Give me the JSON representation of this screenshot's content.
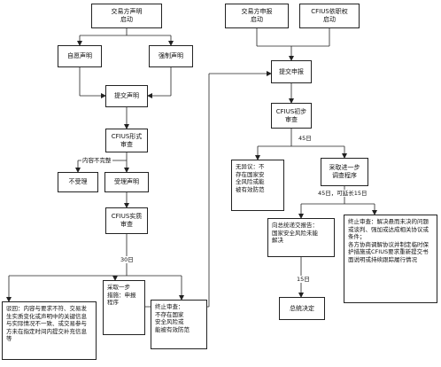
{
  "nodes": {
    "start_parties": "交易方声明\n启动",
    "start_filing": "交易方申报\n启动",
    "start_cfius": "CFIUS依职权\n启动",
    "voluntary": "自愿声明",
    "mandatory": "强制声明",
    "submit_declaration": "提交声明",
    "cfius_formal_review": "CFIUS形式\n审查",
    "not_accepted": "不受理",
    "accept_declaration": "受理声明",
    "cfius_substantive_review": "CFIUS实质\n审查",
    "reject": "驳回：内容与要求不符、交易发生实质变化或声明中的关键信息与实际情况不一致、或交易参与方未在指定时间内提交补充信息等",
    "further_measures": "采取一步\n措施：申报\n程序",
    "terminate_review_1": "终止审查：\n不存在国家\n安全风险或\n能被有效防范",
    "submit_filing": "提交申报",
    "cfius_initial_review": "CFIUS初步\n审查",
    "no_objection": "无异议：不\n存在国家安\n全风险或能\n被有效防范",
    "further_investigation": "采取进一步\n调查程序",
    "report_president": "向总统递交报告：\n国家安全风险未能\n解决",
    "terminate_review_2": "终止审查：解决悬而未决的问题或谈判、强加或达成相关协议或条件；\n各方协商调解协议并制定临时保护措施或CFIUS要求重新提交书面说明或持续跟踪履行情况",
    "final_decision": "总统决定"
  },
  "labels": {
    "incomplete": "内容不完整",
    "days_30": "30日",
    "days_45": "45日",
    "days_45_ext": "45日，可延长15日",
    "days_15": "15日"
  },
  "colors": {
    "line": "#222222",
    "box_border": "#222222"
  }
}
